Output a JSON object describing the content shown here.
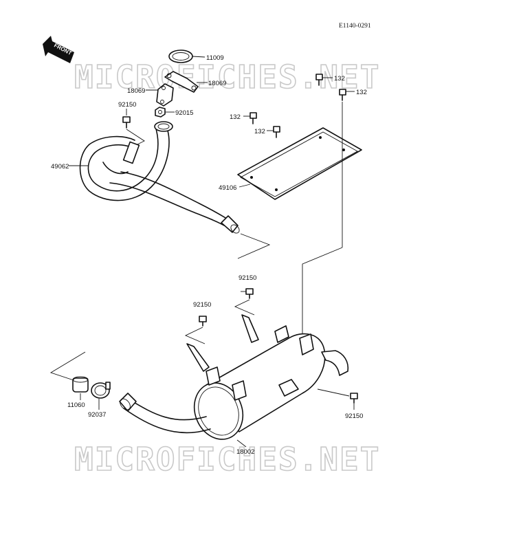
{
  "diagram_code": "E1140-0291",
  "front_label": "FRONT",
  "watermark": "MICROFICHES.NET",
  "labels": {
    "p11009": "11009",
    "p18069a": "18069",
    "p18069b": "18069",
    "p92015": "92015",
    "p92150a": "92150",
    "p49062": "49062",
    "p132a": "132",
    "p132b": "132",
    "p132c": "132",
    "p132d": "132",
    "p49106": "49106",
    "p92150b": "92150",
    "p92150c": "92150",
    "p11060": "11060",
    "p92037": "92037",
    "p92150d": "92150",
    "p18002": "18002"
  }
}
